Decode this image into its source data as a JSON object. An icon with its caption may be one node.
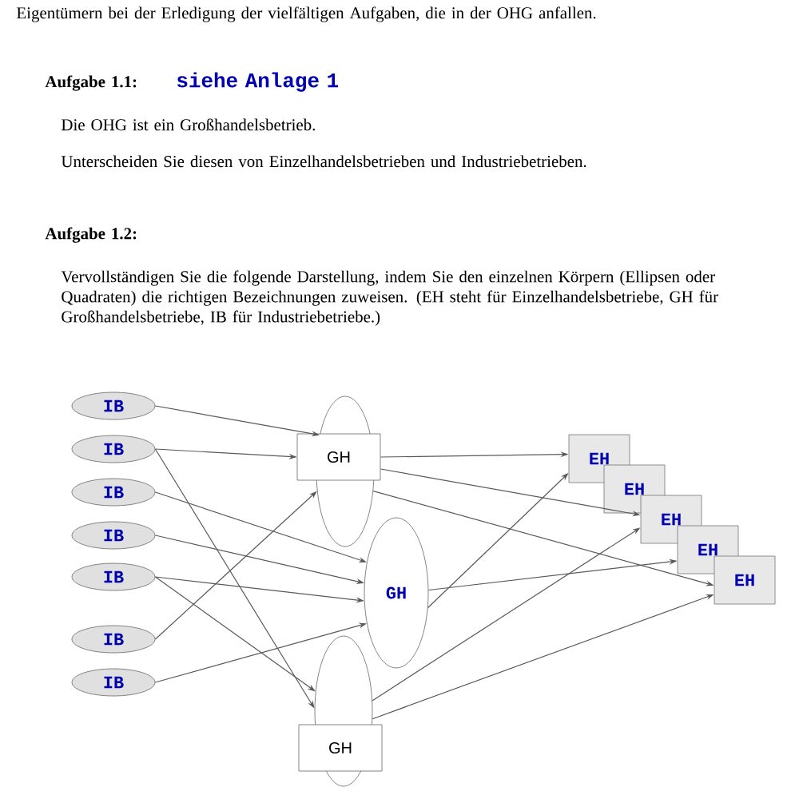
{
  "diagram": {
    "nodes": [
      {
        "text": [
          "IB"
        ]
      },
      {
        "text": [
          "IB"
        ]
      },
      {
        "text": [
          "IB"
        ]
      },
      {
        "text": [
          "IB"
        ]
      },
      {
        "text": [
          "IB"
        ]
      },
      {
        "text": [
          "IB"
        ]
      },
      {
        "text": [
          "IB"
        ]
      },
      {
        "text": [],
        "shape": "ellipse"
      },
      {
        "text": [
          "GH"
        ]
      },
      {
        "text": [
          "GH"
        ]
      },
      {
        "text": [],
        "shape": "ellipse"
      },
      {
        "text": [
          "GH"
        ]
      },
      {
        "text": [
          "EH"
        ]
      },
      {
        "text": [
          "EH"
        ]
      },
      {
        "text": [
          "EH"
        ]
      },
      {
        "text": [
          "EH"
        ]
      },
      {
        "text": [
          "EH"
        ]
      }
    ],
    "edges": [
      {
        "from": 0,
        "to": 7,
        "arrow": "to"
      },
      {
        "from": 1,
        "to": 8,
        "arrow": "to"
      },
      {
        "from": 1,
        "to": 10,
        "arrow": "to"
      },
      {
        "from": 2,
        "to": 9,
        "arrow": "to"
      },
      {
        "from": 3,
        "to": 9,
        "arrow": "to"
      },
      {
        "from": 4,
        "to": 9,
        "arrow": "to"
      },
      {
        "from": 4,
        "to": 10,
        "arrow": "to"
      },
      {
        "from": 5,
        "to": 7,
        "arrow": "to"
      },
      {
        "from": 6,
        "to": 9,
        "arrow": "to"
      },
      {
        "from": 8,
        "to": 12,
        "arrow": "to"
      },
      {
        "from": 8,
        "to": 14,
        "arrow": "to"
      },
      {
        "from": 7,
        "to": 16,
        "arrow": "to"
      },
      {
        "from": 9,
        "to": 12,
        "arrow": "to"
      },
      {
        "from": 9,
        "to": 15,
        "arrow": "to"
      },
      {
        "from": 10,
        "to": 14,
        "arrow": "to"
      },
      {
        "from": 10,
        "to": 16,
        "arrow": "to"
      }
    ],
    "labels": [
      "Eigentümern bei der Erledigung der vielfältigen Aufgaben, die in der OHG anfallen.",
      "Aufgabe 1.1:",
      "siehe Anlage 1",
      "Die OHG ist ein Großhandelsbetrieb.",
      "Unterscheiden Sie diesen von Einzelhandelsbetrieben und Industriebetrieben.",
      "Aufgabe 1.2:",
      "Vervollständigen Sie die folgende Darstellung, indem Sie den einzelnen Körpern (Ellipsen oder Quadraten) die richtigen Bezeichnungen zuweisen. (EH steht für Einzelhandelsbetriebe, GH für Großhandelsbetriebe, IB für Industriebetriebe.)"
    ]
  }
}
